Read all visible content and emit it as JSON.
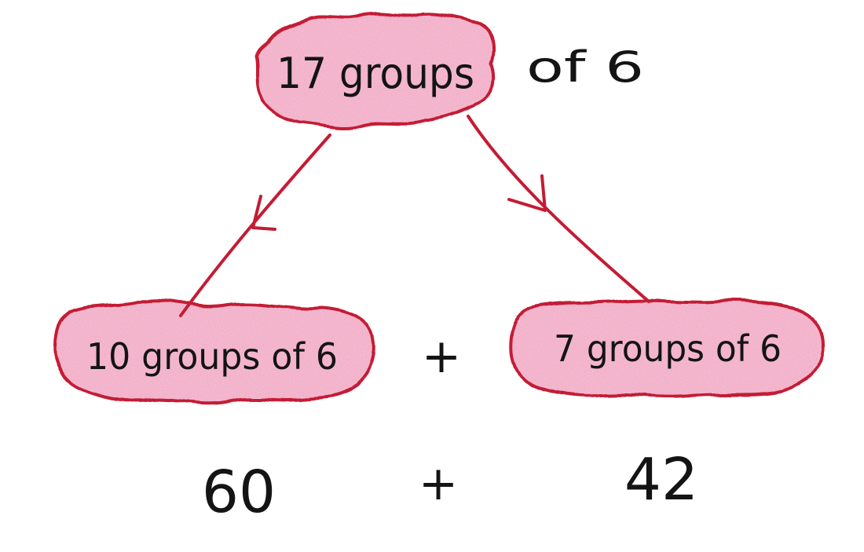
{
  "top": {
    "highlighted": "17 groups",
    "rest": "of 6"
  },
  "left": {
    "label": "10 groups of 6",
    "result": "60"
  },
  "right": {
    "label": "7 groups of 6",
    "result": "42"
  },
  "operators": {
    "plus_upper": "+",
    "plus_lower": "+"
  },
  "colors": {
    "highlight_fill": "#ef9fbd",
    "highlight_stroke": "#c41b34",
    "arrow": "#c41b34",
    "ink": "#141414"
  }
}
